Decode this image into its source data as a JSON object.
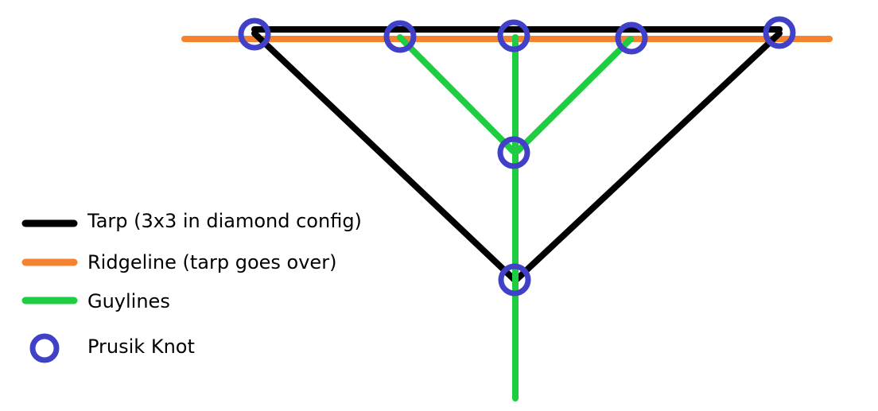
{
  "colors": {
    "tarp": "#000000",
    "ridgeline": "#f4822f",
    "guylines": "#1ecd41",
    "prusik_knot": "#4140c8",
    "background": "#ffffff"
  },
  "legend": {
    "tarp": "Tarp (3x3 in diamond config)",
    "ridgeline": "Ridgeline (tarp goes over)",
    "guylines": "Guylines",
    "prusik_knot": "Prusik Knot"
  },
  "knots": {
    "count": 7
  }
}
